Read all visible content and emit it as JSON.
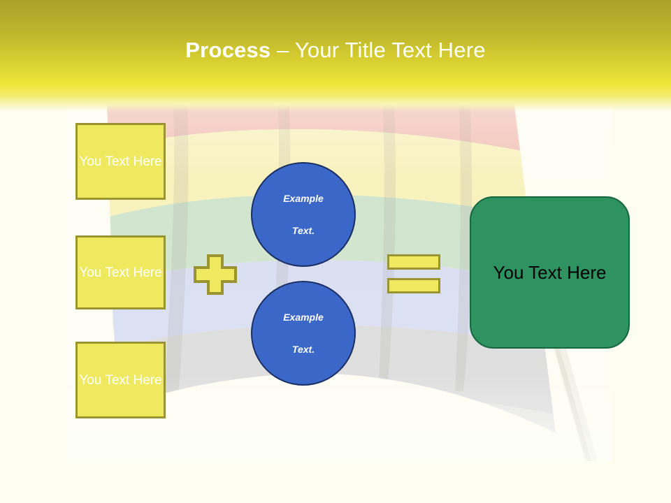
{
  "slide": {
    "title_bold": "Process",
    "title_separator": " – ",
    "title_light": "Your Title Text Here"
  },
  "colors": {
    "header_top": "#A9A32B",
    "header_bright": "#EFE73B",
    "box_fill": "#EEE95F",
    "box_border": "#9A9530",
    "circle_fill": "#3A67C8",
    "circle_border": "#1B2F63",
    "result_fill": "#2E9261",
    "result_border": "#16663E",
    "slide_background": "#FDFDF1",
    "title_text": "#FFFFFF"
  },
  "inputs": [
    {
      "label": "You Text Here"
    },
    {
      "label": "You Text Here"
    },
    {
      "label": "You Text Here"
    }
  ],
  "operators": {
    "plus": "plus-sign",
    "equals": "equals-sign"
  },
  "circles": [
    {
      "line1": "Example",
      "line2": "Text."
    },
    {
      "line1": "Example",
      "line2": "Text."
    }
  ],
  "result": {
    "label": "You Text Here"
  },
  "background": {
    "image": "rainbow-flag-on-pole",
    "stripes": [
      "#F2BFB4",
      "#F6EFB4",
      "#CBE0C6",
      "#D3D9EF",
      "#D6D6D6"
    ],
    "pole_color": "#EDEDE2"
  }
}
